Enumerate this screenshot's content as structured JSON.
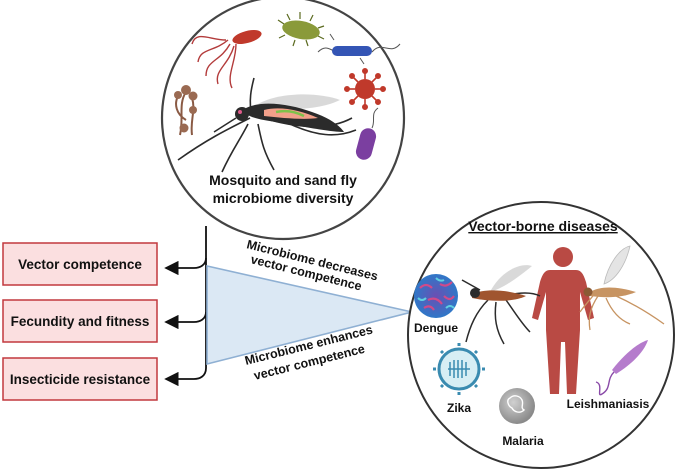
{
  "microbiome_circle": {
    "caption_line1": "Mosquito and sand fly",
    "caption_line2": "microbiome diversity"
  },
  "outcome_boxes": [
    {
      "label": "Vector competence"
    },
    {
      "label": "Fecundity and fitness"
    },
    {
      "label": "Insecticide resistance"
    }
  ],
  "triangle_labels": {
    "top_line1": "Microbiome decreases",
    "top_line2": "vector competence",
    "bottom_line1": "Microbiome enhances",
    "bottom_line2": "vector competence"
  },
  "diseases_circle": {
    "title": "Vector-borne diseases",
    "diseases": [
      "Dengue",
      "Zika",
      "Malaria",
      "Leishmaniasis"
    ]
  },
  "colors": {
    "box_fill": "#fbdfe0",
    "box_stroke": "#c2383e",
    "triangle_fill": "#dbe8f4",
    "triangle_stroke": "#8fb0d3",
    "human": "#b94a44",
    "mosquito_body": "#2b2b2b",
    "sandfly_body": "#c79462"
  }
}
